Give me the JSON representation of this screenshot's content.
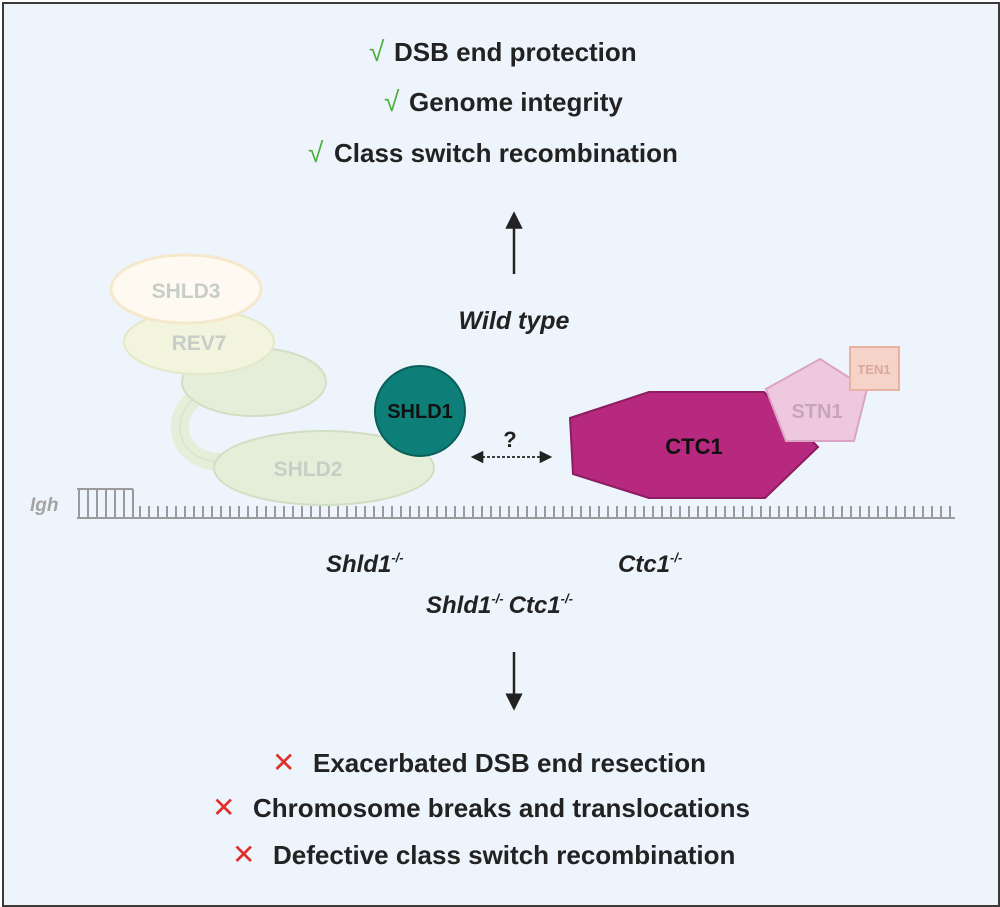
{
  "outcomes_top": [
    {
      "mark": "√",
      "text": "DSB end protection"
    },
    {
      "mark": "√",
      "text": "Genome integrity"
    },
    {
      "mark": "√",
      "text": "Class switch recombination"
    }
  ],
  "outcomes_bottom": [
    {
      "mark": "✕",
      "text": "Exacerbated DSB end resection"
    },
    {
      "mark": "✕",
      "text": "Chromosome breaks and translocations"
    },
    {
      "mark": "✕",
      "text": "Defective class switch recombination"
    }
  ],
  "wild_type": "Wild type",
  "proteins": {
    "shld3": "SHLD3",
    "rev7": "REV7",
    "shld2": "SHLD2",
    "shld1": "SHLD1",
    "ctc1": "CTC1",
    "stn1": "STN1",
    "ten1": "TEN1"
  },
  "question": "?",
  "locus": "Igh",
  "genotypes": {
    "shld1_ko": {
      "gene": "Shld1",
      "sup": "-/-"
    },
    "ctc1_ko": {
      "gene": "Ctc1",
      "sup": "-/-"
    },
    "double_gene1": "Shld1",
    "double_sup1": "-/-",
    "double_gene2": "Ctc1",
    "double_sup2": "-/-"
  },
  "colors": {
    "check": "#4caf3c",
    "cross": "#e0302a",
    "shld1_fill": "#0e7f78",
    "ctc1_fill": "#b7287f",
    "stn1_fill": "#eec8df",
    "ten1_fill": "#f6d3c8",
    "faded_fill": "#e5eed8",
    "dna": "#9a9a9a"
  }
}
